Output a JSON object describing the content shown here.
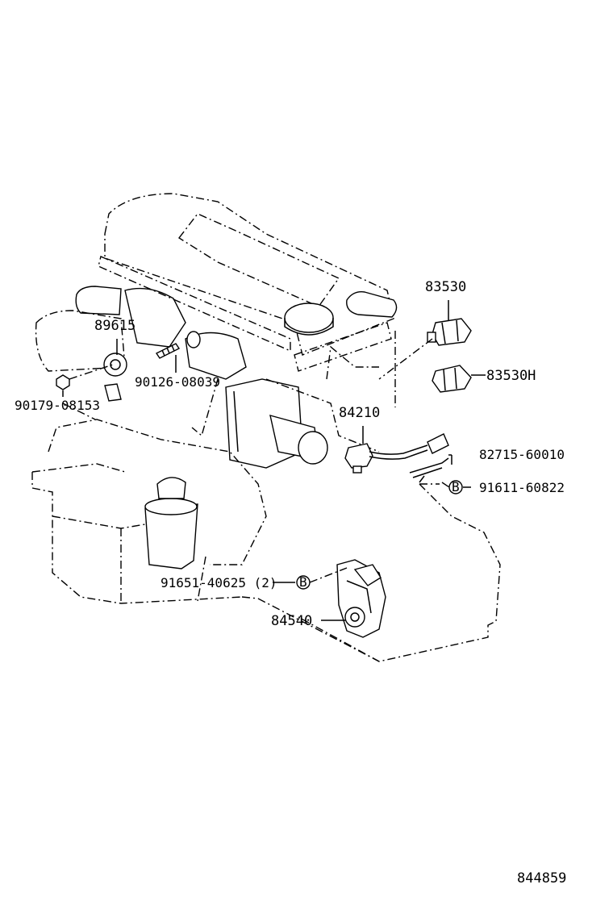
{
  "parts": {
    "p83530": "83530",
    "p89615": "89615",
    "p83530H": "83530H",
    "p90126": "90126-08039",
    "p90179": "90179-08153",
    "p84210": "84210",
    "p82715": "82715-60010",
    "p91611": "91611-60822",
    "p91651": "91651-40625 (2)",
    "p84540": "84540"
  },
  "bolt_mark": "B",
  "figure_id": "844859"
}
